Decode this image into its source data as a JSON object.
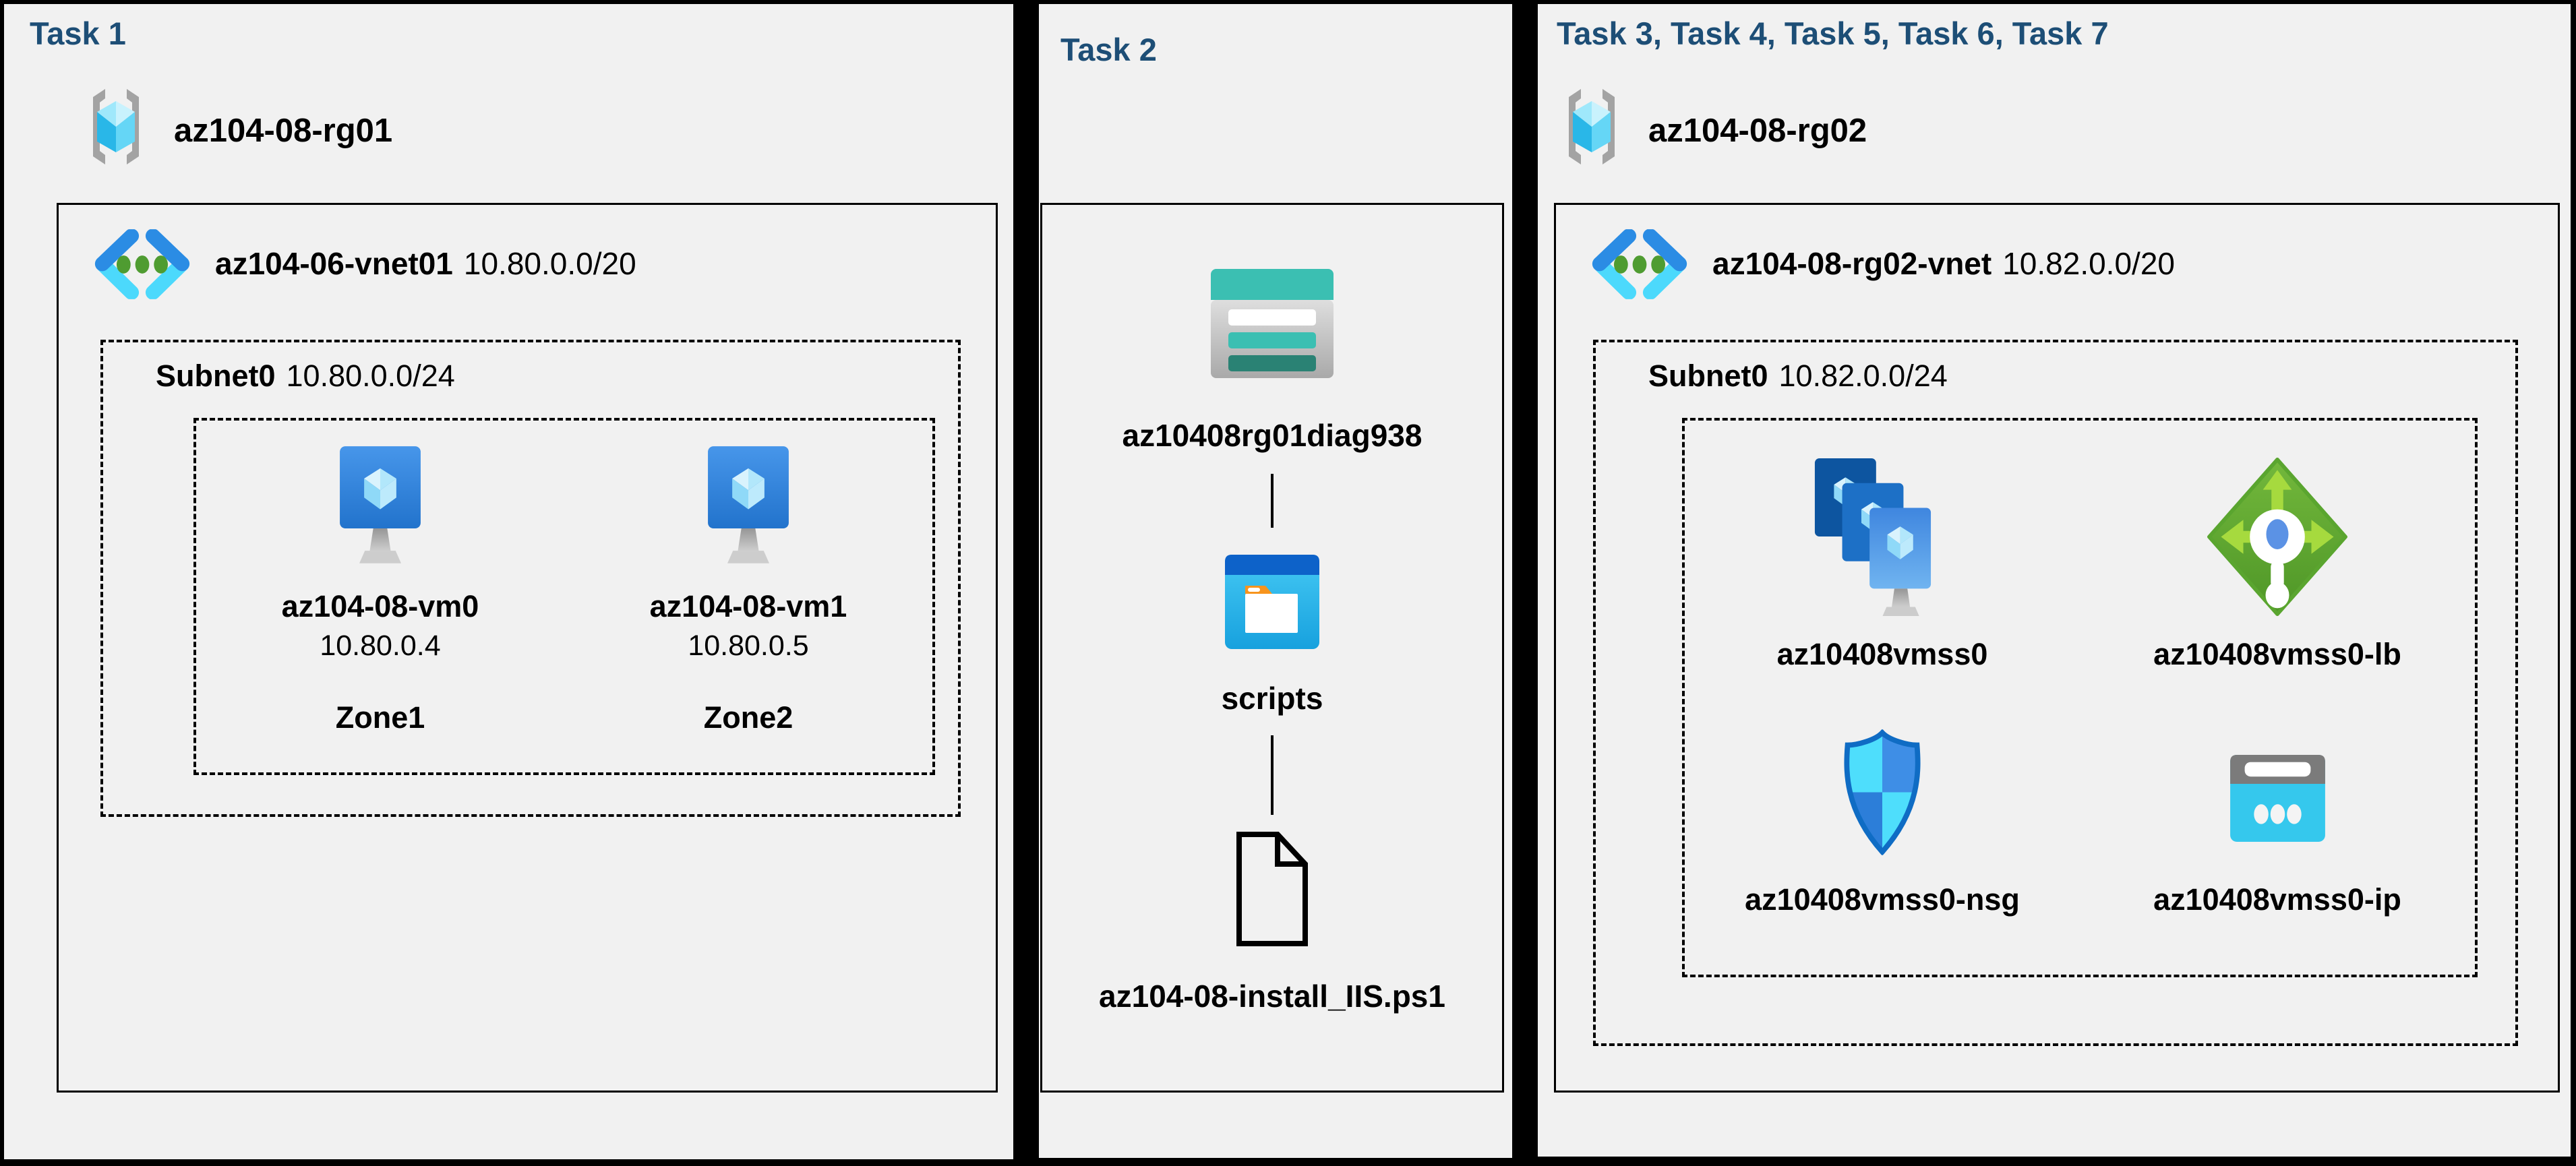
{
  "diagram": {
    "panel_background": "#f1f1f1",
    "title_color": "#1d4e76",
    "text_color": "#000000"
  },
  "task1": {
    "title": "Task 1",
    "resource_group": "az104-08-rg01",
    "vnet_name": "az104-06-vnet01",
    "vnet_cidr": "10.80.0.0/20",
    "subnet_name": "Subnet0",
    "subnet_cidr": "10.80.0.0/24",
    "vms": [
      {
        "name": "az104-08-vm0",
        "ip": "10.80.0.4",
        "zone": "Zone1"
      },
      {
        "name": "az104-08-vm1",
        "ip": "10.80.0.5",
        "zone": "Zone2"
      }
    ]
  },
  "task2": {
    "title": "Task 2",
    "storage_account": "az10408rg01diag938",
    "container": "scripts",
    "script_file": "az104-08-install_IIS.ps1"
  },
  "task3": {
    "title": "Task 3, Task 4, Task 5, Task 6, Task 7",
    "resource_group": "az104-08-rg02",
    "vnet_name": "az104-08-rg02-vnet",
    "vnet_cidr": "10.82.0.0/20",
    "subnet_name": "Subnet0",
    "subnet_cidr": "10.82.0.0/24",
    "resources": [
      {
        "name": "az10408vmss0",
        "icon": "vmss-icon"
      },
      {
        "name": "az10408vmss0-lb",
        "icon": "load-balancer-icon"
      },
      {
        "name": "az10408vmss0-nsg",
        "icon": "network-security-group-icon"
      },
      {
        "name": "az10408vmss0-ip",
        "icon": "public-ip-icon"
      }
    ]
  },
  "icons": {
    "resource_group": "resource-group-icon",
    "virtual_network": "virtual-network-icon",
    "virtual_machine": "virtual-machine-icon",
    "storage_account": "storage-account-icon",
    "blob_container": "blob-container-icon",
    "script_file": "file-icon",
    "vmss": "vmss-icon",
    "load_balancer": "load-balancer-icon",
    "nsg": "network-security-group-icon",
    "public_ip": "public-ip-icon"
  }
}
